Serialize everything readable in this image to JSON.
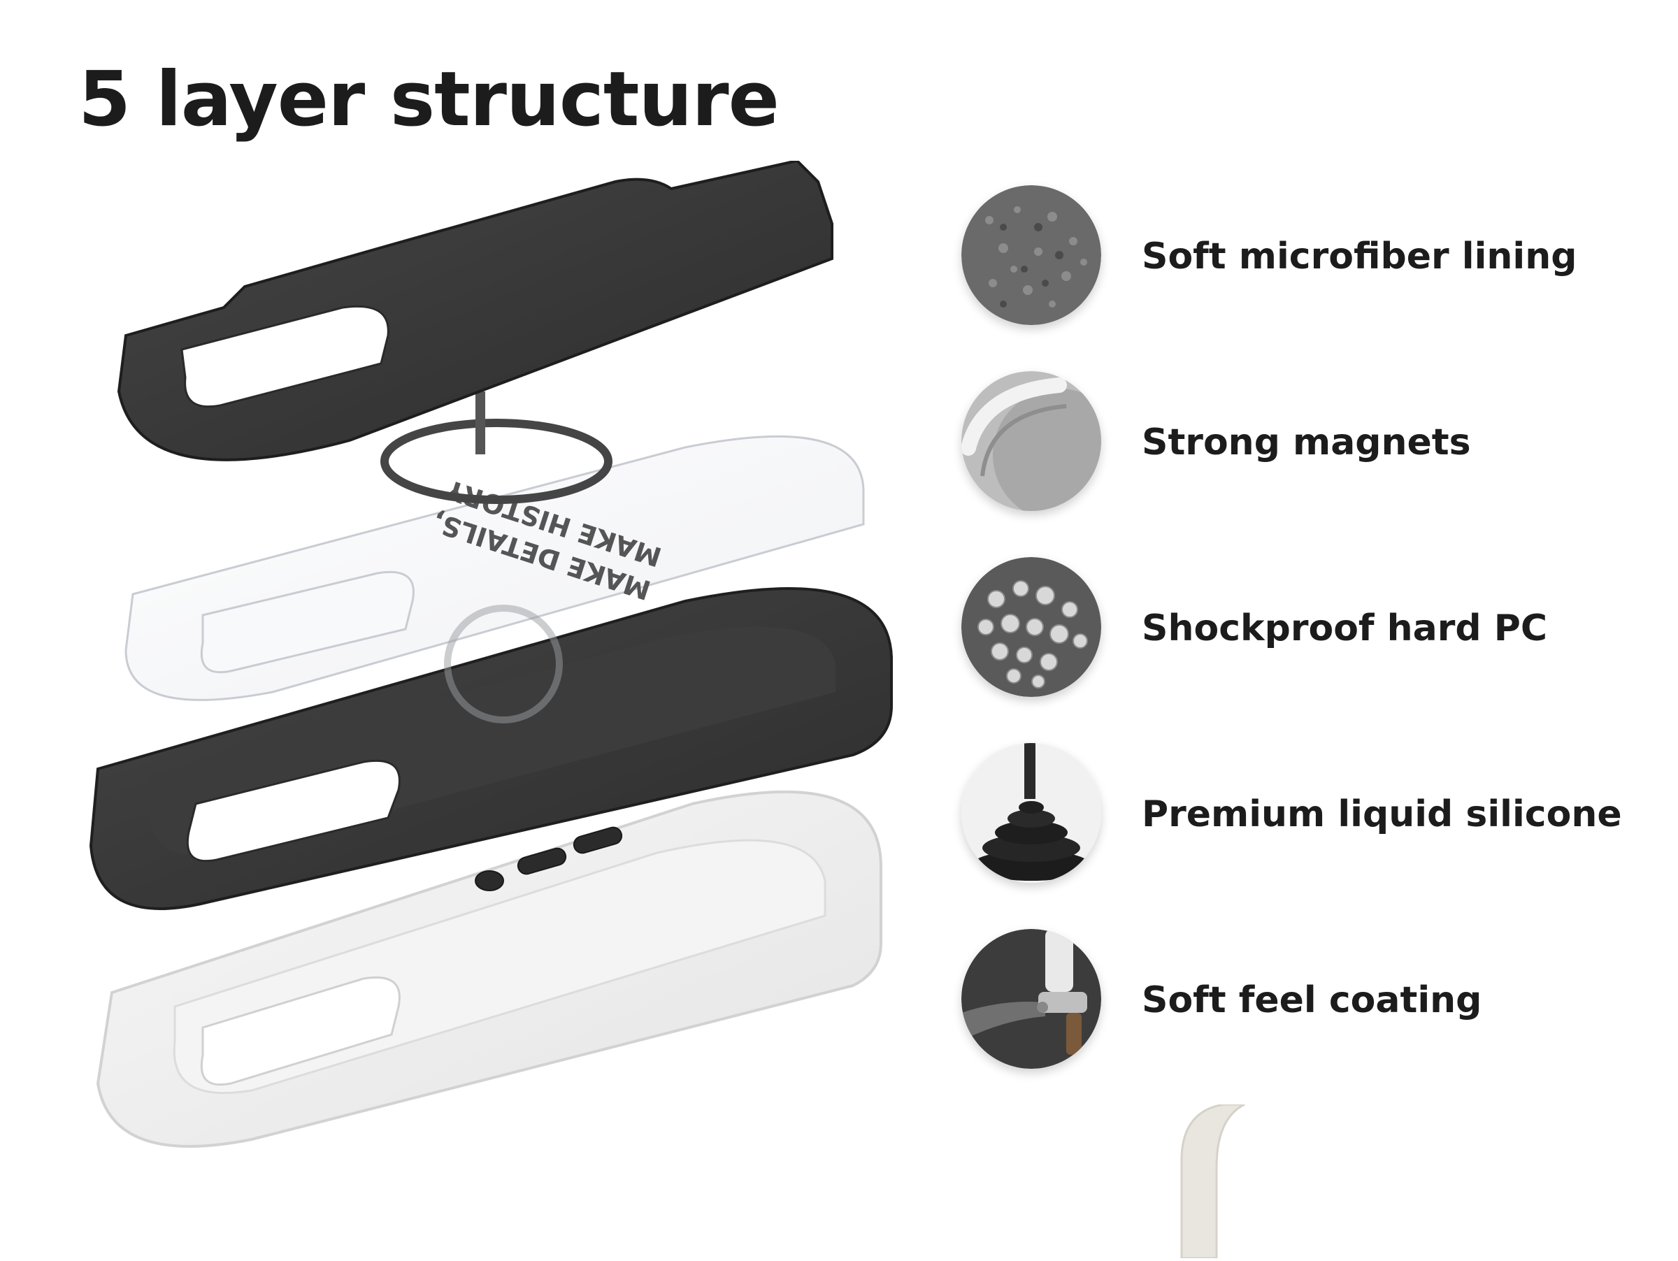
{
  "title": "5 layer structure",
  "case_print": {
    "line1": "MAKE DETAILS,",
    "line2": "MAKE HISTORY"
  },
  "features": [
    {
      "label": "Soft microfiber lining",
      "icon": "microfiber-texture-icon"
    },
    {
      "label": "Strong magnets",
      "icon": "magnet-ring-icon"
    },
    {
      "label": "Shockproof hard PC",
      "icon": "pc-pellets-icon"
    },
    {
      "label": "Premium liquid silicone",
      "icon": "liquid-silicone-icon"
    },
    {
      "label": "Soft feel coating",
      "icon": "spray-gun-icon"
    }
  ],
  "colors": {
    "case_black": "#3a3a3a",
    "case_dark": "#2b2b2b",
    "clear_layer": "#f2f3f5",
    "frosted_layer": "#ececec",
    "text": "#1c1c1c"
  }
}
